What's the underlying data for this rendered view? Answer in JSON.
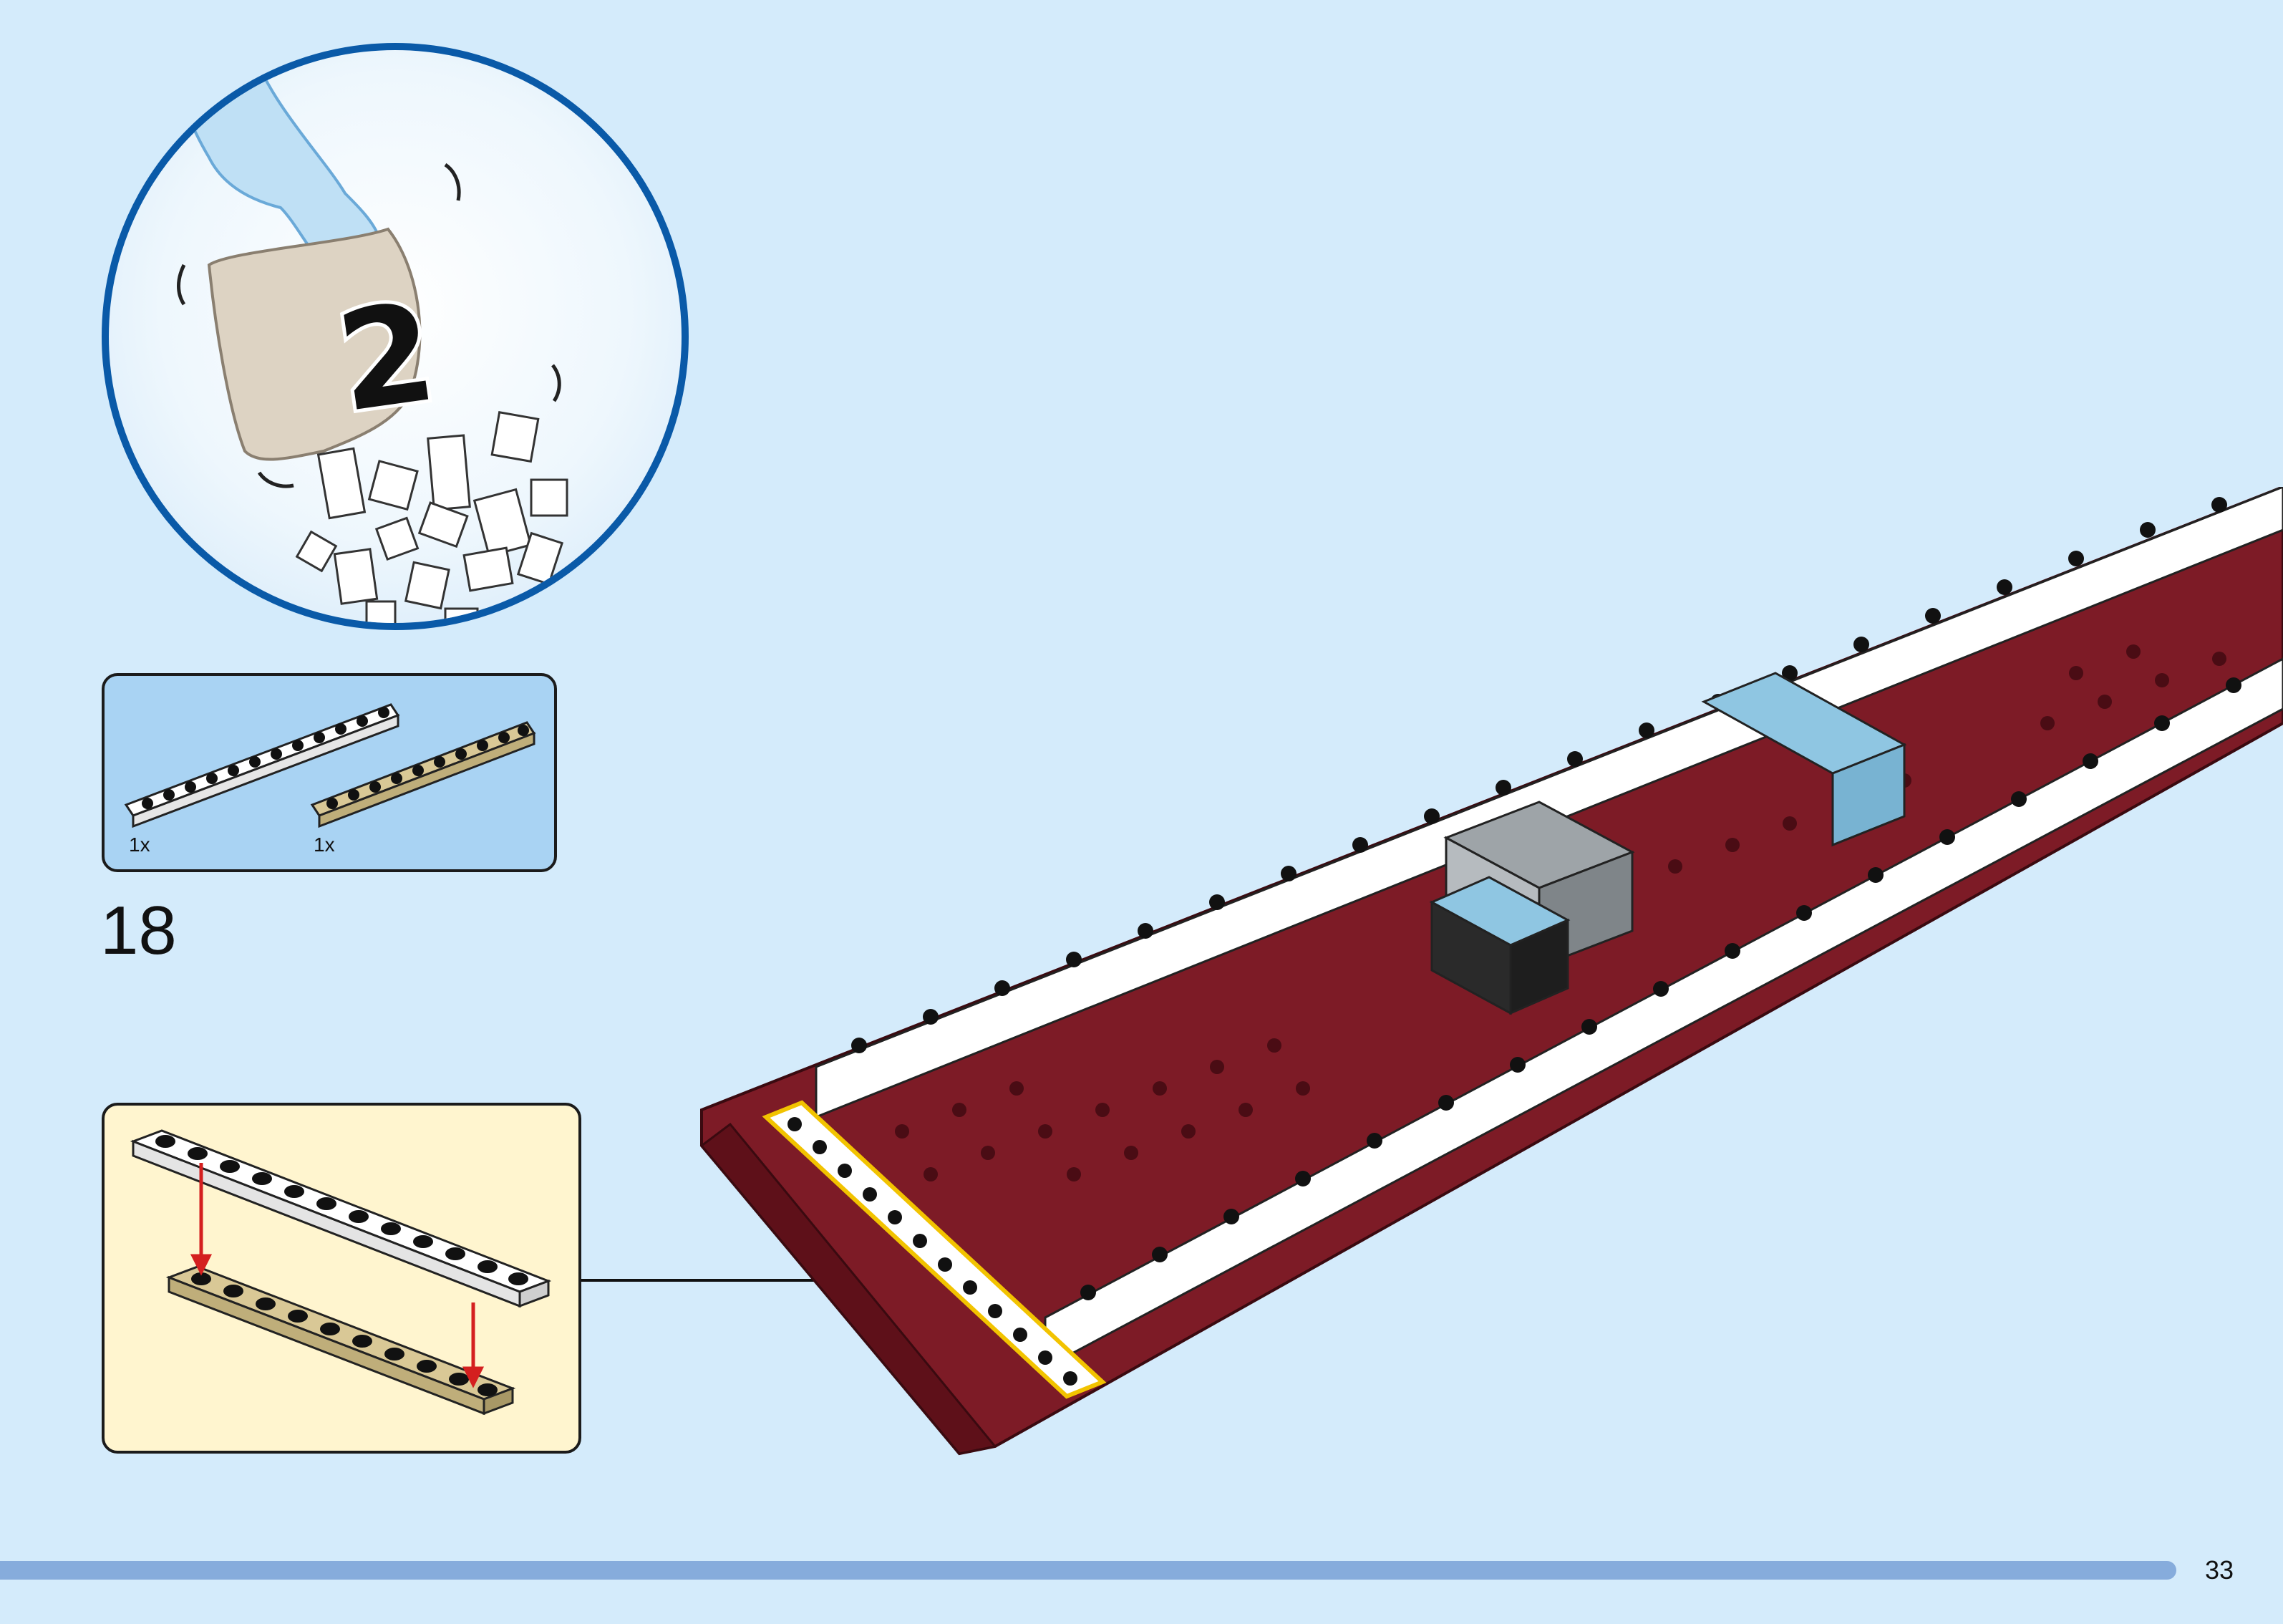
{
  "bag": {
    "number": "2"
  },
  "parts_list": {
    "items": [
      {
        "name": "white-plate-1x12",
        "quantity": "1x",
        "color": "#ffffff"
      },
      {
        "name": "tan-plate-1x10",
        "quantity": "1x",
        "color": "#d9c896"
      }
    ]
  },
  "step": {
    "number": "18"
  },
  "page": {
    "number": "33"
  },
  "colors": {
    "background": "#d4ebfb",
    "circle_border": "#0a5aa8",
    "parts_panel": "#a9d3f3",
    "callout_panel": "#fff5cf",
    "hull_dark_red": "#7d1b26",
    "brick_white": "#ffffff",
    "brick_tan": "#d9c896",
    "brick_light_blue": "#8fc6e2",
    "brick_grey": "#9ea4a8",
    "brick_black": "#1e1e1e",
    "highlight_outline": "#f2c300",
    "arrow_red": "#d41f1f",
    "footer_bar": "#86acdc"
  }
}
